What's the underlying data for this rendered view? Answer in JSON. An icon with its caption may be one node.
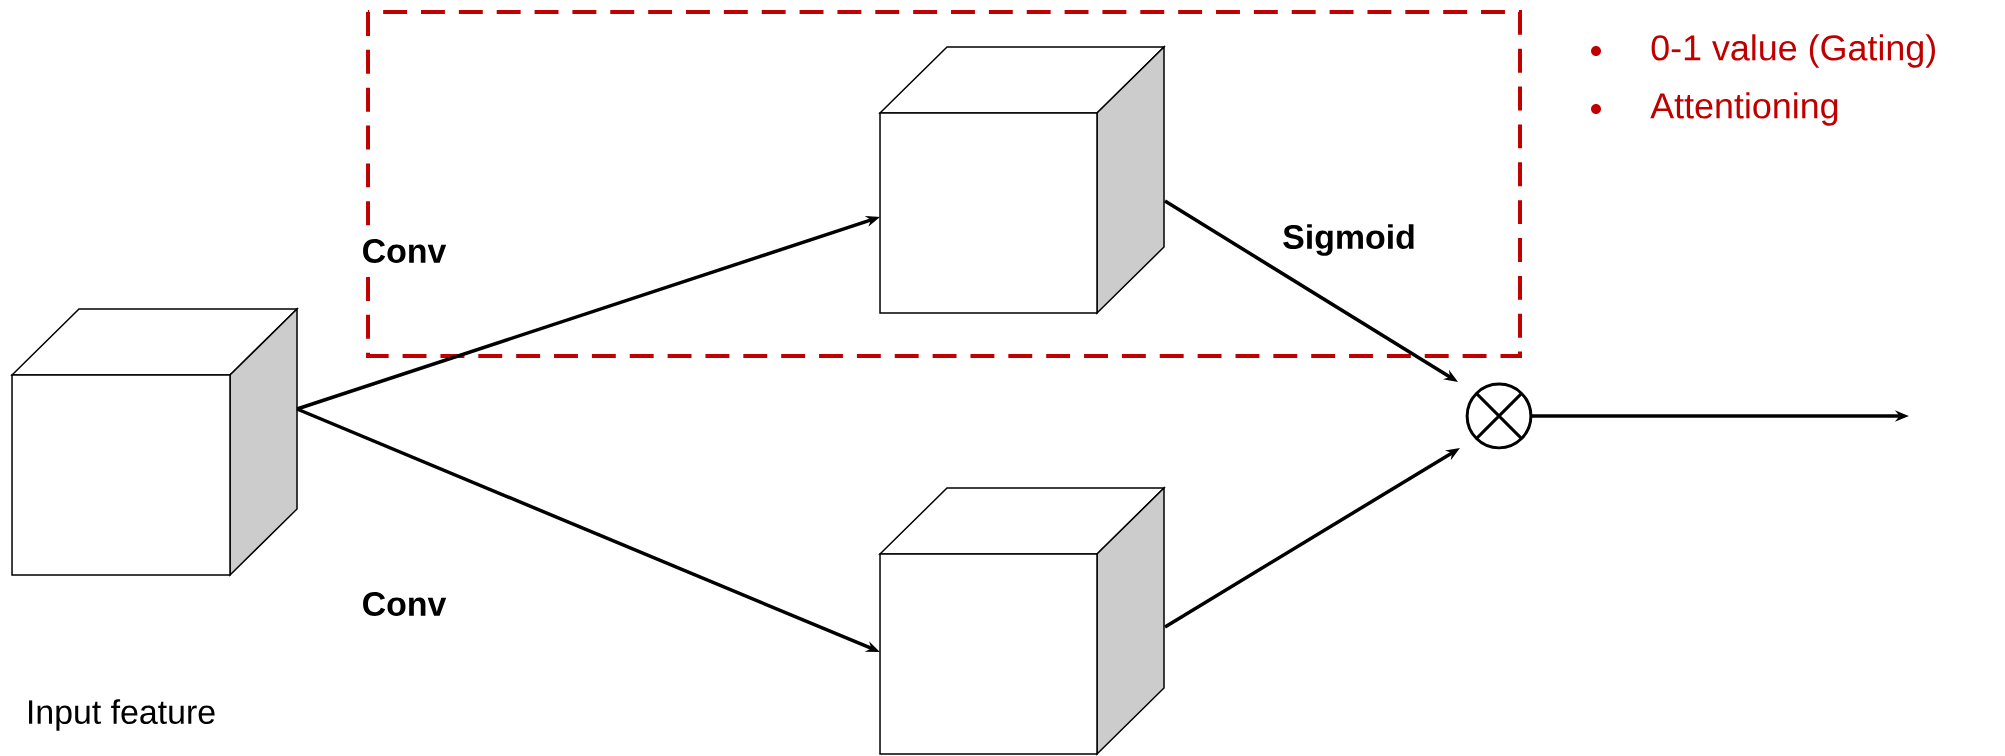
{
  "diagram": {
    "nodes": [
      {
        "text": [
          "Input feature"
        ]
      },
      {
        "text": [],
        "shape": "box"
      },
      {
        "text": [],
        "shape": "cube",
        "in": 1
      },
      {
        "text": [],
        "shape": "cube"
      },
      {
        "text": [],
        "shape": "circle"
      }
    ],
    "edges": [
      {
        "from": 0,
        "to": 2,
        "arrow": "to",
        "label": "Conv"
      },
      {
        "from": 0,
        "to": 3,
        "arrow": "to",
        "label": "Conv"
      },
      {
        "from": 2,
        "to": 4,
        "arrow": "to",
        "label": "Sigmoid"
      },
      {
        "from": 3,
        "to": 4,
        "arrow": "to"
      },
      {
        "from": 4,
        "to": null,
        "arrow": "to"
      }
    ],
    "labels": [
      "0-1 value (Gating)",
      "Attentioning"
    ]
  }
}
